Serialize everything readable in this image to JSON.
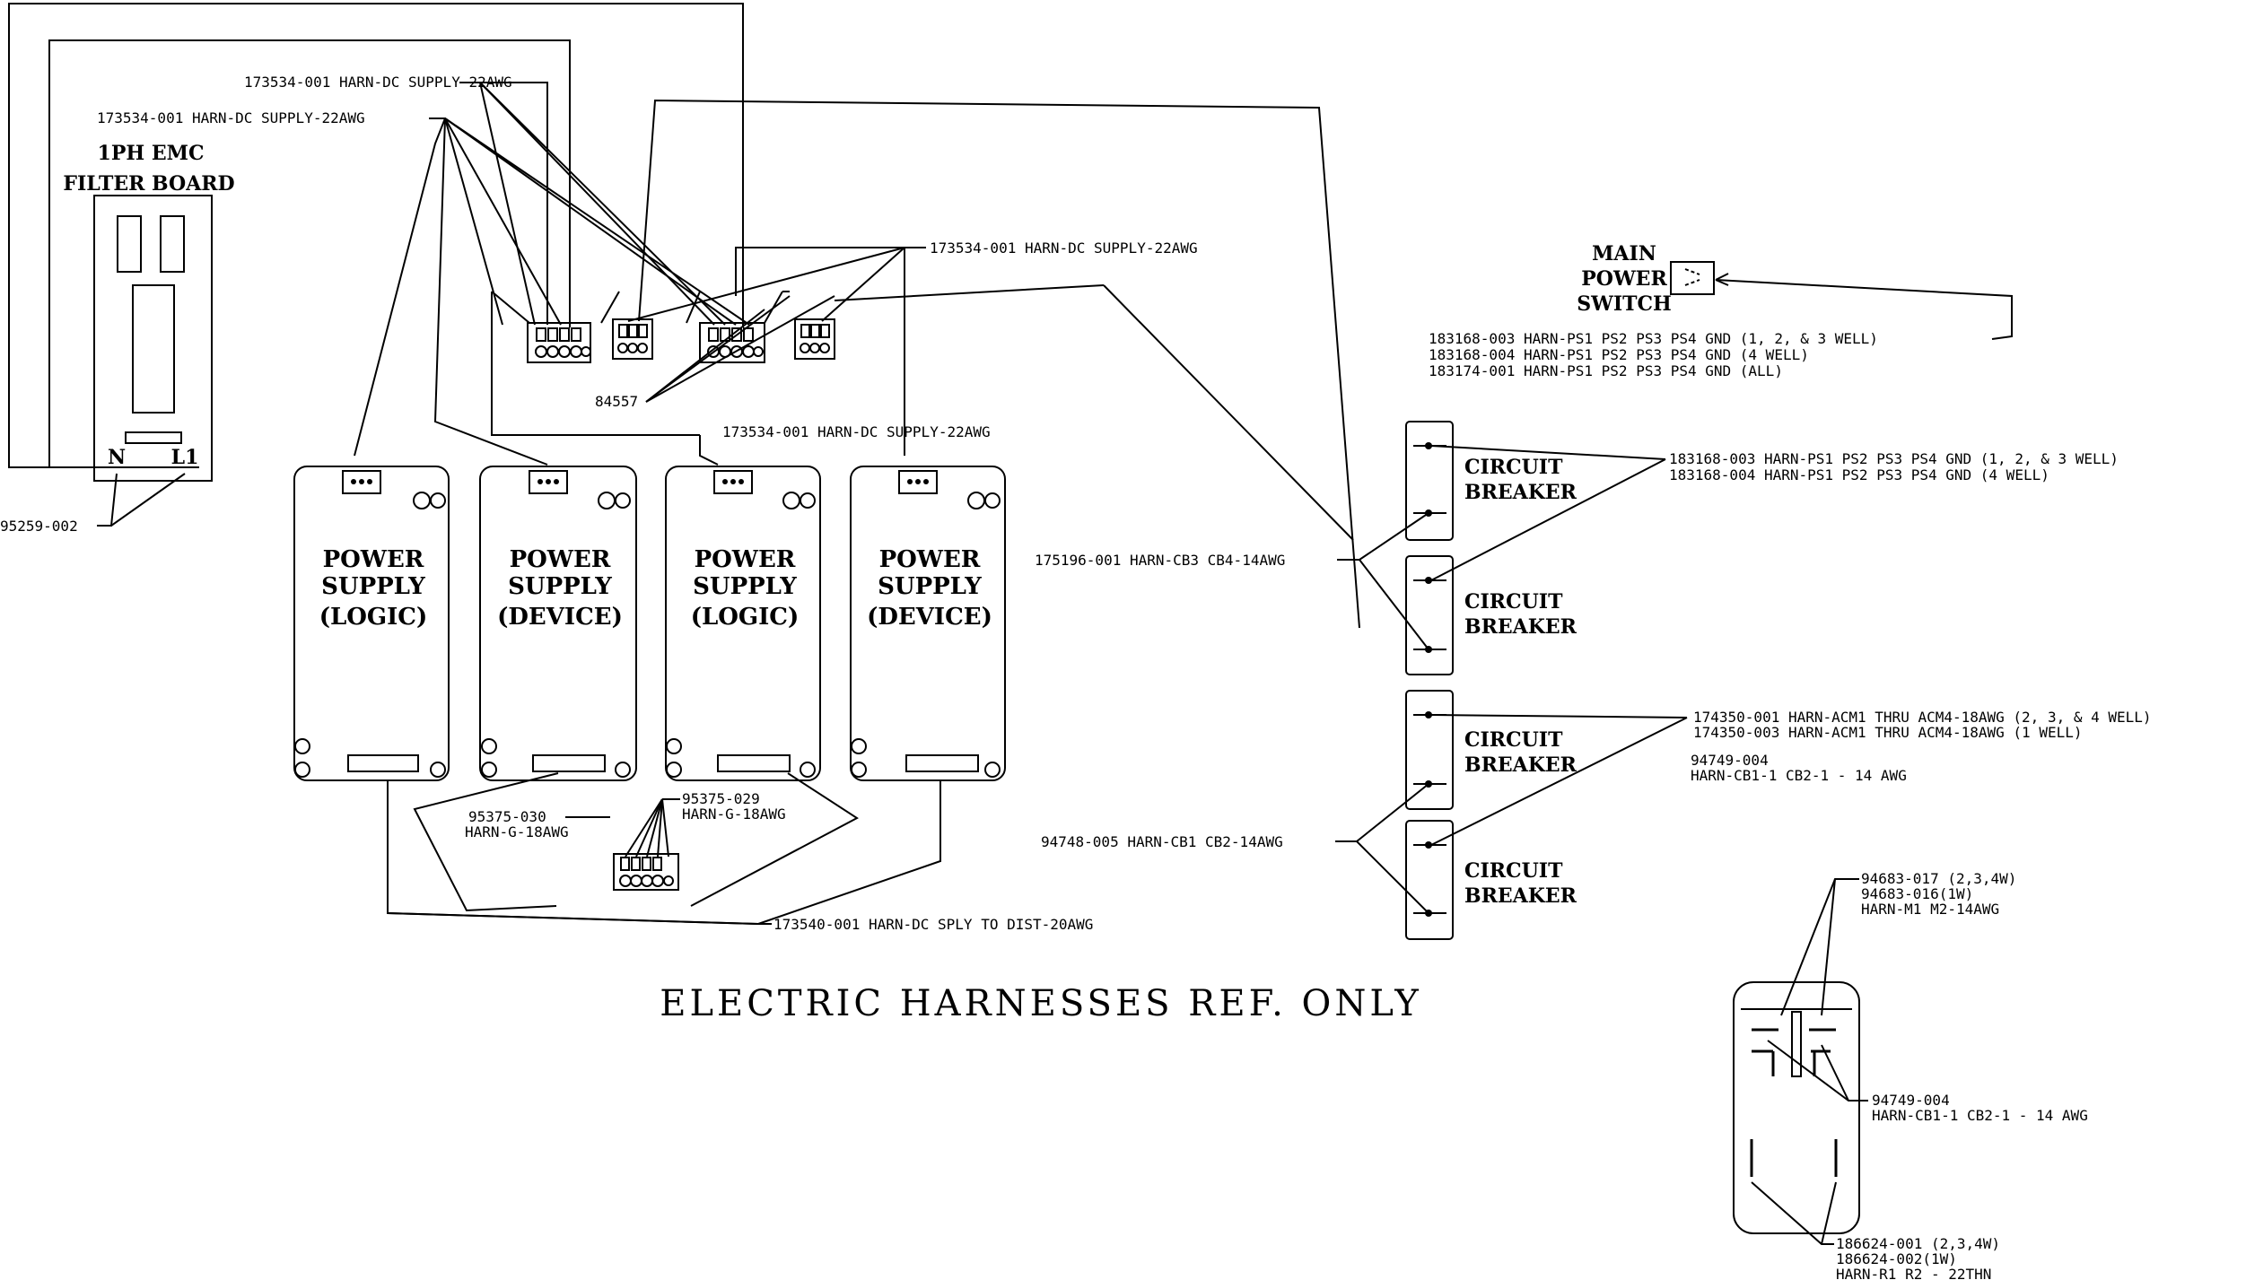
{
  "title": "ELECTRIC HARNESSES REF. ONLY",
  "emc": {
    "line1": "1PH EMC",
    "line2": "FILTER BOARD",
    "n": "N",
    "l1": "L1"
  },
  "main_switch": {
    "line1": "MAIN",
    "line2": "POWER",
    "line3": "SWITCH"
  },
  "power_supplies": [
    {
      "line1": "POWER",
      "line2": "SUPPLY",
      "line3": "(LOGIC)"
    },
    {
      "line1": "POWER",
      "line2": "SUPPLY",
      "line3": "(DEVICE)"
    },
    {
      "line1": "POWER",
      "line2": "SUPPLY",
      "line3": "(LOGIC)"
    },
    {
      "line1": "POWER",
      "line2": "SUPPLY",
      "line3": "(DEVICE)"
    }
  ],
  "breakers": [
    {
      "line1": "CIRCUIT",
      "line2": "BREAKER"
    },
    {
      "line1": "CIRCUIT",
      "line2": "BREAKER"
    },
    {
      "line1": "CIRCUIT",
      "line2": "BREAKER"
    },
    {
      "line1": "CIRCUIT",
      "line2": "BREAKER"
    }
  ],
  "labels": {
    "dc1": "173534-001 HARN-DC SUPPLY-22AWG",
    "dc2": "173534-001 HARN-DC SUPPLY-22AWG",
    "dc3": "173534-001 HARN-DC SUPPLY-22AWG",
    "dc4": "173534-001 HARN-DC SUPPLY-22AWG",
    "conn": "84557",
    "emc_part": "95259-002",
    "ps_a1": "183168-003 HARN-PS1 PS2 PS3 PS4 GND (1, 2, & 3 WELL)",
    "ps_a2": "183168-004 HARN-PS1 PS2 PS3 PS4 GND (4 WELL)",
    "ps_a3": "183174-001 HARN-PS1 PS2 PS3 PS4 GND (ALL)",
    "ps_b1": "183168-003 HARN-PS1 PS2 PS3 PS4 GND (1, 2, & 3 WELL)",
    "ps_b2": "183168-004 HARN-PS1 PS2 PS3 PS4 GND (4 WELL)",
    "cb34": "175196-001 HARN-CB3 CB4-14AWG",
    "acm1": "174350-001 HARN-ACM1 THRU ACM4-18AWG (2, 3, & 4 WELL)",
    "acm2": "174350-003 HARN-ACM1 THRU ACM4-18AWG (1 WELL)",
    "cb12a1": "94749-004",
    "cb12a2": "HARN-CB1-1 CB2-1 - 14 AWG",
    "cb12": "94748-005 HARN-CB1 CB2-14AWG",
    "g1a": "95375-030",
    "g1b": "HARN-G-18AWG",
    "g2a": "95375-029",
    "g2b": "HARN-G-18AWG",
    "dist": "173540-001 HARN-DC SPLY TO DIST-20AWG",
    "m1": "94683-017 (2,3,4W)",
    "m2": "94683-016(1W)",
    "m3": "HARN-M1 M2-14AWG",
    "cb12b1": "94749-004",
    "cb12b2": "HARN-CB1-1 CB2-1 - 14 AWG",
    "r1": "186624-001 (2,3,4W)",
    "r2": "186624-002(1W)",
    "r3": "HARN-R1 R2 - 22THN"
  }
}
